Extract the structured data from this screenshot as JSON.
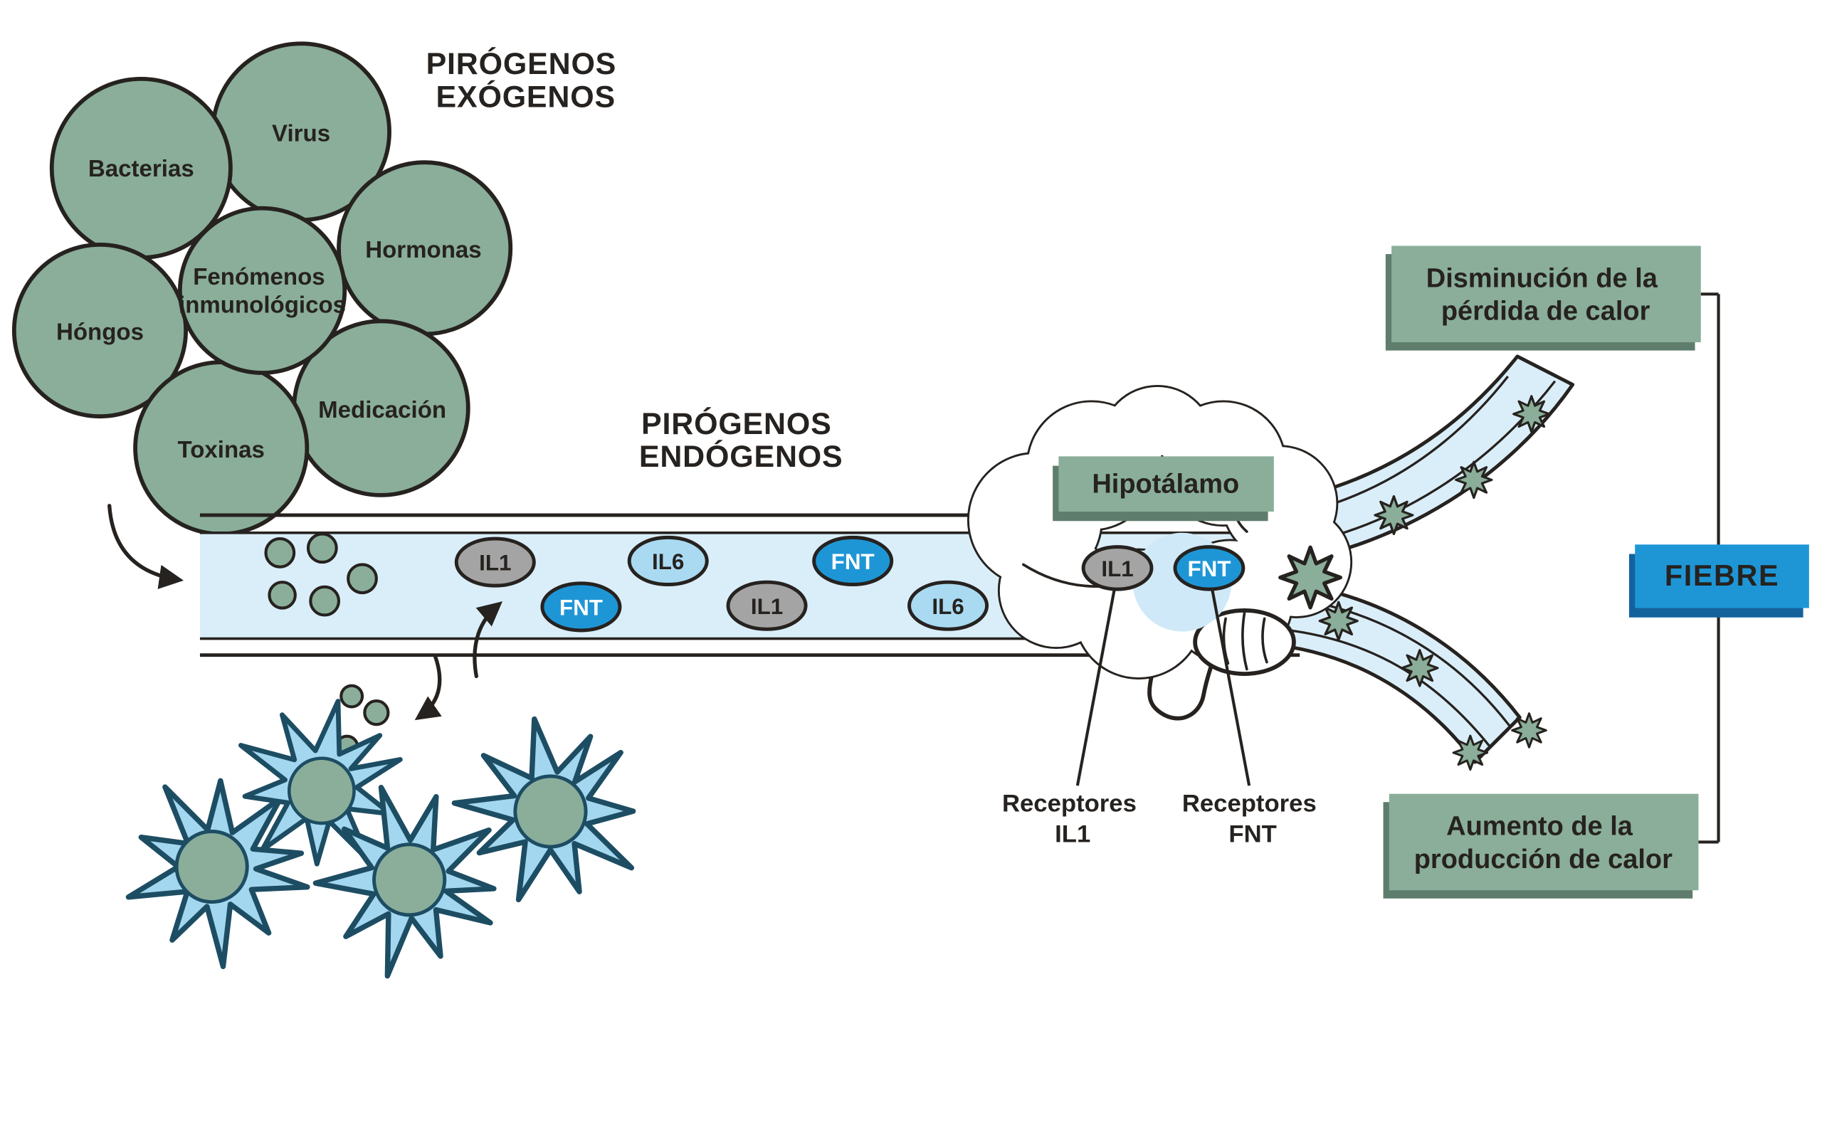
{
  "colors": {
    "green": "#8aae99",
    "green_shadow": "#5f7d6d",
    "blue": "#1e96d6",
    "blue_shadow": "#14629c",
    "light_blue": "#a9daf1",
    "vessel_fill": "#daeef9",
    "gray": "#a4a4a4",
    "outline": "#26221f",
    "text_dark": "#26221f",
    "glow": "#cfe9f8",
    "cell_fill": "#a3d7f0",
    "cell_outline": "#1d4d63"
  },
  "titles": {
    "exogenous_line1": "PIRÓGENOS",
    "exogenous_line2": "EXÓGENOS",
    "endogenous_line1": "PIRÓGENOS",
    "endogenous_line2": "ENDÓGENOS"
  },
  "exogenous_pyrogens": {
    "bacterias": "Bacterias",
    "virus": "Virus",
    "hormonas": "Hormonas",
    "fenomenos_line1": "Fenómenos",
    "fenomenos_line2": "inmunológicos",
    "hongos": "Hóngos",
    "medicacion": "Medicación",
    "toxinas": "Toxinas"
  },
  "vessel_molecules": [
    "IL1",
    "FNT",
    "IL6",
    "IL1",
    "FNT",
    "IL6"
  ],
  "brain": {
    "hypothalamus": "Hipotálamo",
    "receptor_oval_il1": "IL1",
    "receptor_oval_fnt": "FNT",
    "receptor_label_il1_line1": "Receptores",
    "receptor_label_il1_line2": "IL1",
    "receptor_label_fnt_line1": "Receptores",
    "receptor_label_fnt_line2": "FNT"
  },
  "outcomes": {
    "heat_loss_line1": "Disminución de la",
    "heat_loss_line2": "pérdida de calor",
    "heat_production_line1": "Aumento de la",
    "heat_production_line2": "producción de calor",
    "fever": "FIEBRE"
  }
}
